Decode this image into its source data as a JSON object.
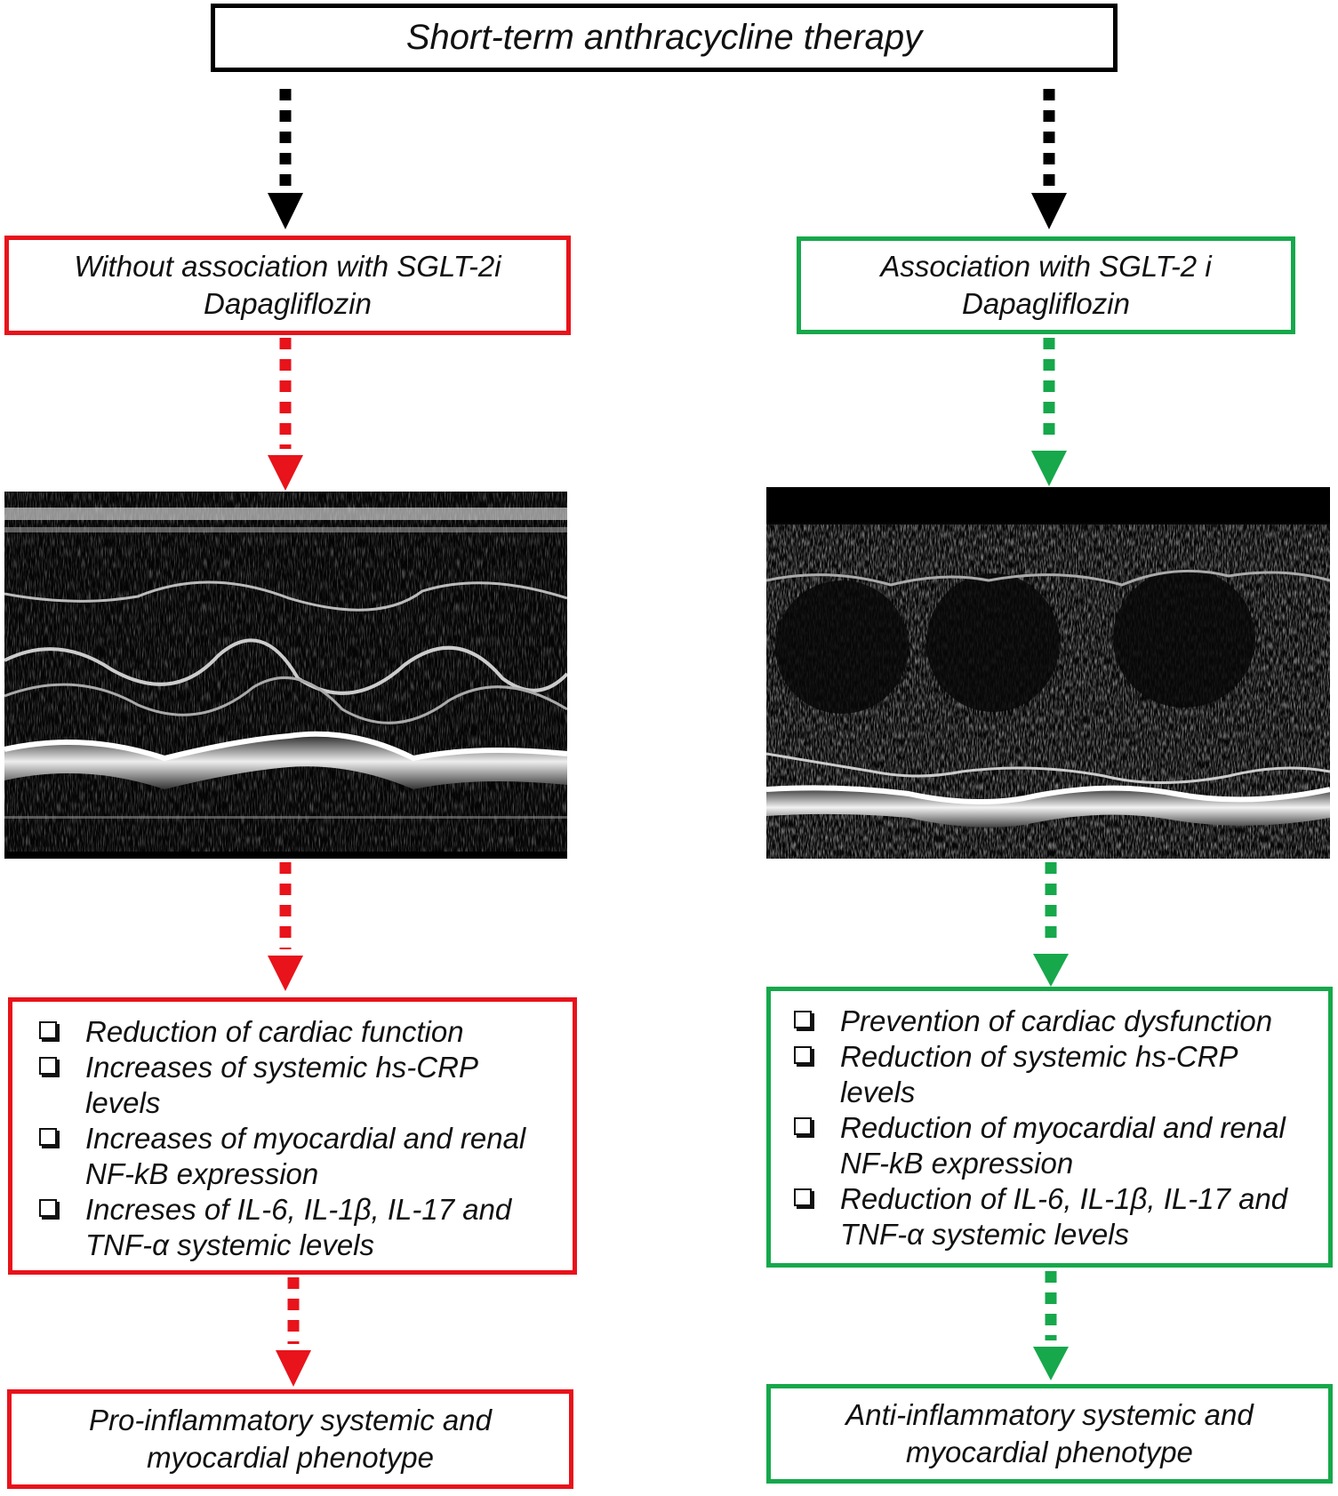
{
  "top_box": {
    "text": "Short-term anthracycline therapy"
  },
  "left": {
    "header": [
      "Without association with SGLT-2i",
      "Dapagliflozin"
    ],
    "effects": [
      "Reduction of cardiac function",
      "Increases of systemic hs-CRP levels",
      "Increases of myocardial and renal NF-kB expression",
      "Increses of IL-6, IL-1β, IL-17 and TNF-α systemic levels"
    ],
    "outcome": [
      "Pro-inflammatory systemic and",
      "myocardial phenotype"
    ]
  },
  "right": {
    "header": [
      "Association with SGLT-2 i",
      "Dapagliflozin"
    ],
    "effects": [
      "Prevention of cardiac dysfunction",
      "Reduction of systemic hs-CRP levels",
      "Reduction of myocardial and renal NF-kB expression",
      "Reduction of IL-6, IL-1β, IL-17 and TNF-α systemic levels"
    ],
    "outcome": [
      "Anti-inflammatory systemic and",
      "myocardial phenotype"
    ]
  },
  "colors": {
    "negative": "#e8131b",
    "positive": "#16a84b",
    "neutral": "#000000"
  },
  "icons": {
    "bullet": "checkbox-square-icon",
    "arrow": "dotted-down-arrow-icon"
  }
}
